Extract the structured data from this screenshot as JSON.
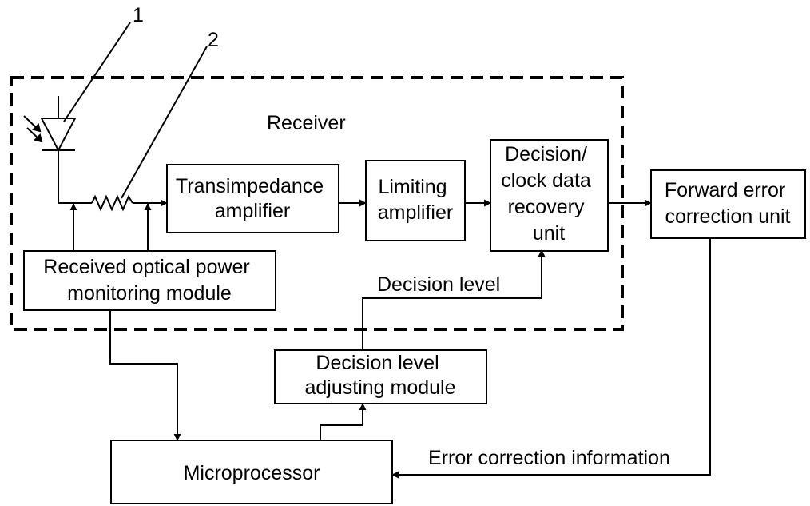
{
  "colors": {
    "stroke": "#000000",
    "background": "#ffffff"
  },
  "markers": {
    "component_1": "1",
    "component_2": "2"
  },
  "receiver_label": "Receiver",
  "blocks": {
    "tia": [
      "Transimpedance",
      "amplifier"
    ],
    "limiting": [
      "Limiting",
      "amplifier"
    ],
    "cdr": [
      "Decision/",
      "clock data",
      "recovery",
      "unit"
    ],
    "fec": [
      "Forward error",
      "correction unit"
    ],
    "rx_power": [
      "Received optical power",
      "monitoring module"
    ],
    "decision_adjust": [
      "Decision level",
      "adjusting module"
    ],
    "micro": [
      "Microprocessor"
    ]
  },
  "labels": {
    "decision_level": "Decision level",
    "error_info": "Error correction information"
  },
  "icons": [
    "photodiode-icon",
    "resistor-icon",
    "incident-light-arrows-icon"
  ]
}
